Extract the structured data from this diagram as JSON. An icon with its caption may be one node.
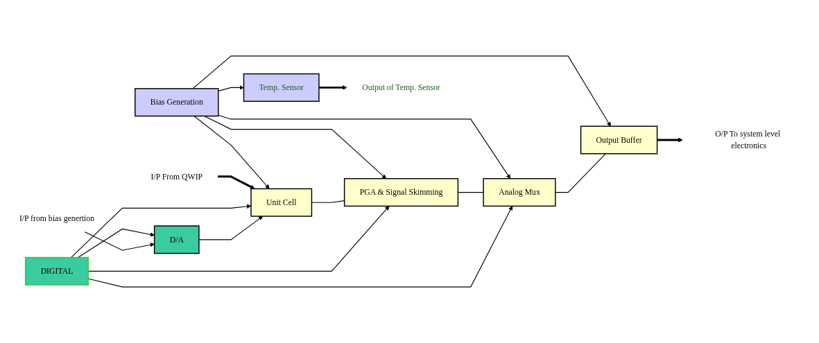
{
  "diagram": {
    "nodes": [
      {
        "text": [
          "D/A"
        ]
      },
      {
        "text": [
          "DIGITAL"
        ]
      },
      {
        "text": [
          "Unit Cell"
        ]
      },
      {
        "text": [
          "PGA & Signal Skimming"
        ]
      },
      {
        "text": [
          "Analog Mux"
        ]
      },
      {
        "text": [
          "Output Buffer"
        ]
      },
      {
        "text": [
          "Bias Generation"
        ]
      },
      {
        "text": [
          "Temp. Sensor"
        ]
      },
      {
        "text": [
          "I/P from bias genertion"
        ]
      },
      {
        "text": [
          "I/P From QWIP"
        ]
      },
      {
        "text": [
          "O/P To system level electronics"
        ]
      },
      {
        "text": [
          "Output of Temp. Sensor"
        ]
      }
    ],
    "edges": [
      {
        "from": 8,
        "to": 0,
        "arrow": "to"
      },
      {
        "from": 1,
        "to": 0,
        "arrow": "to"
      },
      {
        "from": 0,
        "to": 2,
        "arrow": "to"
      },
      {
        "from": 1,
        "to": 2,
        "arrow": "to"
      },
      {
        "from": 1,
        "to": 3,
        "arrow": "to"
      },
      {
        "from": 1,
        "to": 4,
        "arrow": "to"
      },
      {
        "from": 9,
        "to": 2,
        "arrow": "to",
        "style": "thick"
      },
      {
        "from": 2,
        "to": 3,
        "arrow": "none"
      },
      {
        "from": 3,
        "to": 4,
        "arrow": "none"
      },
      {
        "from": 4,
        "to": 5,
        "arrow": "none"
      },
      {
        "from": 5,
        "to": 10,
        "arrow": "to",
        "style": "thick"
      },
      {
        "from": 6,
        "to": 2,
        "arrow": "to"
      },
      {
        "from": 6,
        "to": 3,
        "arrow": "to"
      },
      {
        "from": 6,
        "to": 4,
        "arrow": "to"
      },
      {
        "from": 6,
        "to": 5,
        "arrow": "to"
      },
      {
        "from": 6,
        "to": 7,
        "arrow": "to"
      },
      {
        "from": 7,
        "to": 11,
        "arrow": "to",
        "style": "thick"
      }
    ]
  }
}
